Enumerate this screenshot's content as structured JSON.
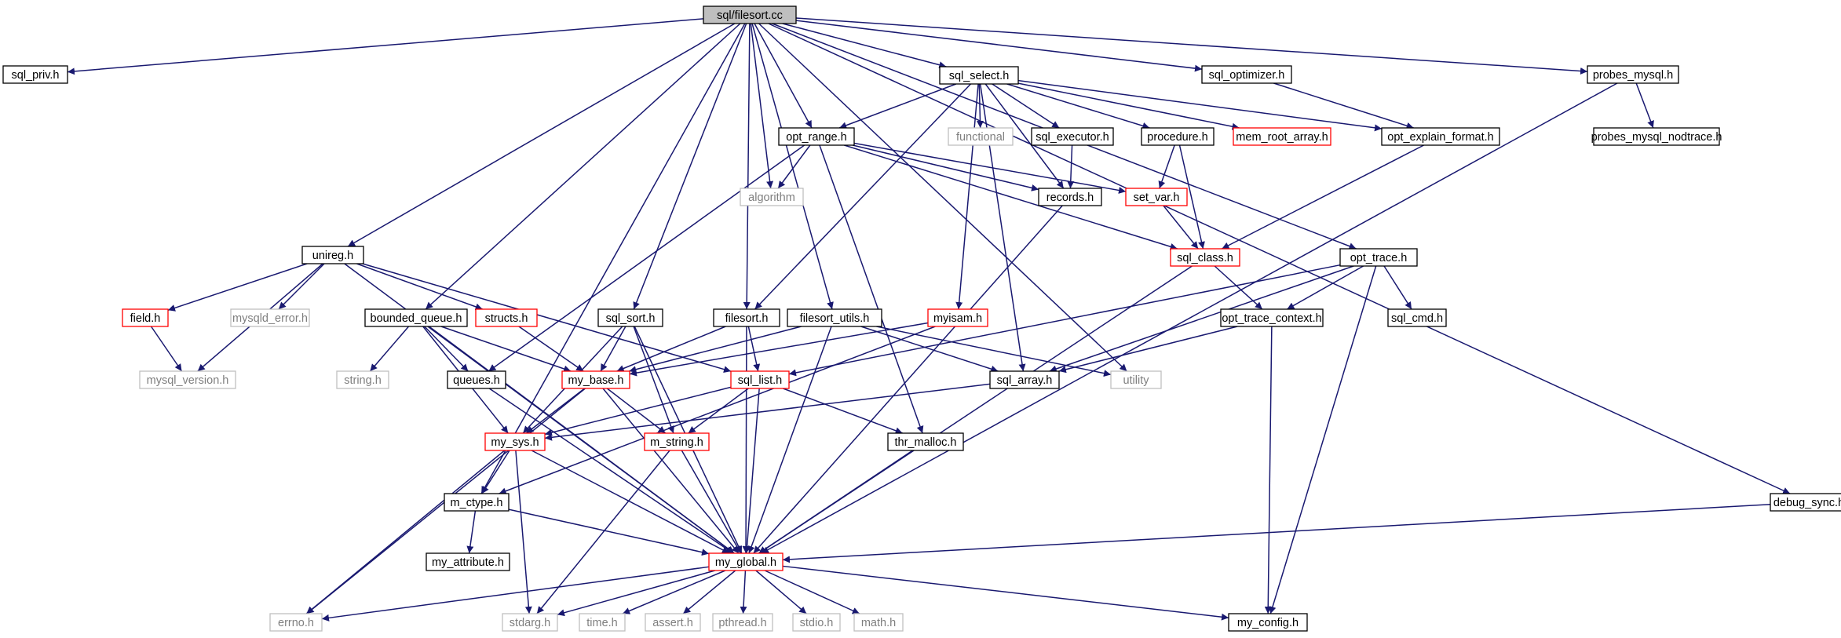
{
  "colors": {
    "background": "#ffffff",
    "root_fill": "#bfbfbf",
    "box_fill": "#ffffff",
    "border_black": "#000000",
    "border_red": "#ff0000",
    "border_gray": "#bfbfbf",
    "text_gray": "#7f7f7f",
    "edge": "#191970"
  },
  "nodes": [
    {
      "id": "filesort_cc",
      "label": "sql/filesort.cc",
      "style": "root"
    },
    {
      "id": "sql_priv",
      "label": "sql_priv.h",
      "style": "black"
    },
    {
      "id": "unireg",
      "label": "unireg.h",
      "style": "black"
    },
    {
      "id": "bounded_queue",
      "label": "bounded_queue.h",
      "style": "black"
    },
    {
      "id": "sql_sort",
      "label": "sql_sort.h",
      "style": "black"
    },
    {
      "id": "filesort_h",
      "label": "filesort.h",
      "style": "black"
    },
    {
      "id": "filesort_utils",
      "label": "filesort_utils.h",
      "style": "black"
    },
    {
      "id": "opt_range",
      "label": "opt_range.h",
      "style": "black"
    },
    {
      "id": "algorithm",
      "label": "algorithm",
      "style": "gray"
    },
    {
      "id": "sql_select",
      "label": "sql_select.h",
      "style": "black"
    },
    {
      "id": "functional",
      "label": "functional",
      "style": "gray"
    },
    {
      "id": "sql_executor",
      "label": "sql_executor.h",
      "style": "black"
    },
    {
      "id": "procedure",
      "label": "procedure.h",
      "style": "black"
    },
    {
      "id": "mem_root_array",
      "label": "mem_root_array.h",
      "style": "red"
    },
    {
      "id": "sql_optimizer",
      "label": "sql_optimizer.h",
      "style": "black"
    },
    {
      "id": "opt_explain_format",
      "label": "opt_explain_format.h",
      "style": "black"
    },
    {
      "id": "probes_mysql",
      "label": "probes_mysql.h",
      "style": "black"
    },
    {
      "id": "probes_mysql_nodtrace",
      "label": "probes_mysql_nodtrace.h",
      "style": "black"
    },
    {
      "id": "records",
      "label": "records.h",
      "style": "black"
    },
    {
      "id": "set_var",
      "label": "set_var.h",
      "style": "red"
    },
    {
      "id": "sql_class",
      "label": "sql_class.h",
      "style": "red"
    },
    {
      "id": "opt_trace",
      "label": "opt_trace.h",
      "style": "black"
    },
    {
      "id": "field",
      "label": "field.h",
      "style": "red"
    },
    {
      "id": "mysqld_error",
      "label": "mysqld_error.h",
      "style": "gray"
    },
    {
      "id": "structs",
      "label": "structs.h",
      "style": "red"
    },
    {
      "id": "myisam",
      "label": "myisam.h",
      "style": "red"
    },
    {
      "id": "opt_trace_context",
      "label": "opt_trace_context.h",
      "style": "black"
    },
    {
      "id": "sql_cmd",
      "label": "sql_cmd.h",
      "style": "black"
    },
    {
      "id": "mysql_version",
      "label": "mysql_version.h",
      "style": "gray"
    },
    {
      "id": "string_h",
      "label": "string.h",
      "style": "gray"
    },
    {
      "id": "queues",
      "label": "queues.h",
      "style": "black"
    },
    {
      "id": "my_base",
      "label": "my_base.h",
      "style": "red"
    },
    {
      "id": "sql_list",
      "label": "sql_list.h",
      "style": "red"
    },
    {
      "id": "sql_array",
      "label": "sql_array.h",
      "style": "black"
    },
    {
      "id": "utility",
      "label": "utility",
      "style": "gray"
    },
    {
      "id": "my_sys",
      "label": "my_sys.h",
      "style": "red"
    },
    {
      "id": "m_string",
      "label": "m_string.h",
      "style": "red"
    },
    {
      "id": "thr_malloc",
      "label": "thr_malloc.h",
      "style": "black"
    },
    {
      "id": "m_ctype",
      "label": "m_ctype.h",
      "style": "black"
    },
    {
      "id": "debug_sync",
      "label": "debug_sync.h",
      "style": "black"
    },
    {
      "id": "my_attribute",
      "label": "my_attribute.h",
      "style": "black"
    },
    {
      "id": "my_global",
      "label": "my_global.h",
      "style": "red"
    },
    {
      "id": "errno_h",
      "label": "errno.h",
      "style": "gray"
    },
    {
      "id": "stdarg_h",
      "label": "stdarg.h",
      "style": "gray"
    },
    {
      "id": "time_h",
      "label": "time.h",
      "style": "gray"
    },
    {
      "id": "assert_h",
      "label": "assert.h",
      "style": "gray"
    },
    {
      "id": "pthread_h",
      "label": "pthread.h",
      "style": "gray"
    },
    {
      "id": "stdio_h",
      "label": "stdio.h",
      "style": "gray"
    },
    {
      "id": "math_h",
      "label": "math.h",
      "style": "gray"
    },
    {
      "id": "my_config",
      "label": "my_config.h",
      "style": "black"
    }
  ],
  "edges": [
    [
      "filesort_cc",
      "sql_priv"
    ],
    [
      "filesort_cc",
      "unireg"
    ],
    [
      "filesort_cc",
      "bounded_queue"
    ],
    [
      "filesort_cc",
      "sql_sort"
    ],
    [
      "filesort_cc",
      "filesort_h"
    ],
    [
      "filesort_cc",
      "filesort_utils"
    ],
    [
      "filesort_cc",
      "opt_range"
    ],
    [
      "filesort_cc",
      "algorithm"
    ],
    [
      "filesort_cc",
      "sql_select"
    ],
    [
      "filesort_cc",
      "sql_optimizer"
    ],
    [
      "filesort_cc",
      "probes_mysql"
    ],
    [
      "filesort_cc",
      "opt_trace"
    ],
    [
      "filesort_cc",
      "utility"
    ],
    [
      "filesort_cc",
      "m_ctype"
    ],
    [
      "filesort_cc",
      "debug_sync"
    ],
    [
      "sql_select",
      "opt_range"
    ],
    [
      "sql_select",
      "functional"
    ],
    [
      "sql_select",
      "sql_executor"
    ],
    [
      "sql_select",
      "procedure"
    ],
    [
      "sql_select",
      "mem_root_array"
    ],
    [
      "sql_select",
      "opt_explain_format"
    ],
    [
      "sql_select",
      "records"
    ],
    [
      "sql_select",
      "filesort_h"
    ],
    [
      "sql_select",
      "myisam"
    ],
    [
      "sql_select",
      "sql_array"
    ],
    [
      "sql_optimizer",
      "opt_explain_format"
    ],
    [
      "probes_mysql",
      "probes_mysql_nodtrace"
    ],
    [
      "probes_mysql",
      "my_global"
    ],
    [
      "opt_range",
      "algorithm"
    ],
    [
      "opt_range",
      "records"
    ],
    [
      "opt_range",
      "set_var"
    ],
    [
      "opt_range",
      "sql_class"
    ],
    [
      "opt_range",
      "queues"
    ],
    [
      "opt_range",
      "thr_malloc"
    ],
    [
      "sql_executor",
      "records"
    ],
    [
      "procedure",
      "set_var"
    ],
    [
      "procedure",
      "sql_class"
    ],
    [
      "opt_explain_format",
      "sql_class"
    ],
    [
      "set_var",
      "sql_class"
    ],
    [
      "records",
      "my_global"
    ],
    [
      "sql_class",
      "opt_trace_context"
    ],
    [
      "sql_class",
      "my_global"
    ],
    [
      "opt_trace",
      "opt_trace_context"
    ],
    [
      "opt_trace",
      "sql_cmd"
    ],
    [
      "opt_trace",
      "sql_array"
    ],
    [
      "opt_trace",
      "sql_list"
    ],
    [
      "opt_trace",
      "my_config"
    ],
    [
      "opt_trace_context",
      "sql_array"
    ],
    [
      "opt_trace_context",
      "my_config"
    ],
    [
      "unireg",
      "field"
    ],
    [
      "unireg",
      "mysqld_error"
    ],
    [
      "unireg",
      "structs"
    ],
    [
      "unireg",
      "mysql_version"
    ],
    [
      "unireg",
      "sql_list"
    ],
    [
      "unireg",
      "my_global"
    ],
    [
      "field",
      "mysql_version"
    ],
    [
      "structs",
      "my_base"
    ],
    [
      "bounded_queue",
      "string_h"
    ],
    [
      "bounded_queue",
      "queues"
    ],
    [
      "bounded_queue",
      "my_base"
    ],
    [
      "bounded_queue",
      "my_sys"
    ],
    [
      "bounded_queue",
      "my_global"
    ],
    [
      "sql_sort",
      "my_base"
    ],
    [
      "sql_sort",
      "my_sys"
    ],
    [
      "sql_sort",
      "m_string"
    ],
    [
      "sql_sort",
      "my_global"
    ],
    [
      "filesort_h",
      "my_base"
    ],
    [
      "filesort_h",
      "sql_list"
    ],
    [
      "filesort_h",
      "my_global"
    ],
    [
      "filesort_utils",
      "my_base"
    ],
    [
      "filesort_utils",
      "sql_array"
    ],
    [
      "filesort_utils",
      "utility"
    ],
    [
      "filesort_utils",
      "my_global"
    ],
    [
      "myisam",
      "my_base"
    ],
    [
      "myisam",
      "m_ctype"
    ],
    [
      "queues",
      "my_global"
    ],
    [
      "my_base",
      "my_sys"
    ],
    [
      "my_base",
      "m_string"
    ],
    [
      "my_base",
      "my_global"
    ],
    [
      "my_base",
      "errno_h"
    ],
    [
      "sql_list",
      "my_sys"
    ],
    [
      "sql_list",
      "m_string"
    ],
    [
      "sql_list",
      "thr_malloc"
    ],
    [
      "sql_list",
      "my_global"
    ],
    [
      "sql_array",
      "my_sys"
    ],
    [
      "my_sys",
      "m_ctype"
    ],
    [
      "my_sys",
      "my_global"
    ],
    [
      "my_sys",
      "errno_h"
    ],
    [
      "my_sys",
      "stdarg_h"
    ],
    [
      "m_string",
      "my_global"
    ],
    [
      "m_string",
      "stdarg_h"
    ],
    [
      "thr_malloc",
      "my_global"
    ],
    [
      "m_ctype",
      "my_attribute"
    ],
    [
      "m_ctype",
      "my_global"
    ],
    [
      "debug_sync",
      "my_global"
    ],
    [
      "my_global",
      "errno_h"
    ],
    [
      "my_global",
      "stdarg_h"
    ],
    [
      "my_global",
      "time_h"
    ],
    [
      "my_global",
      "assert_h"
    ],
    [
      "my_global",
      "pthread_h"
    ],
    [
      "my_global",
      "stdio_h"
    ],
    [
      "my_global",
      "math_h"
    ],
    [
      "my_global",
      "my_config"
    ]
  ]
}
